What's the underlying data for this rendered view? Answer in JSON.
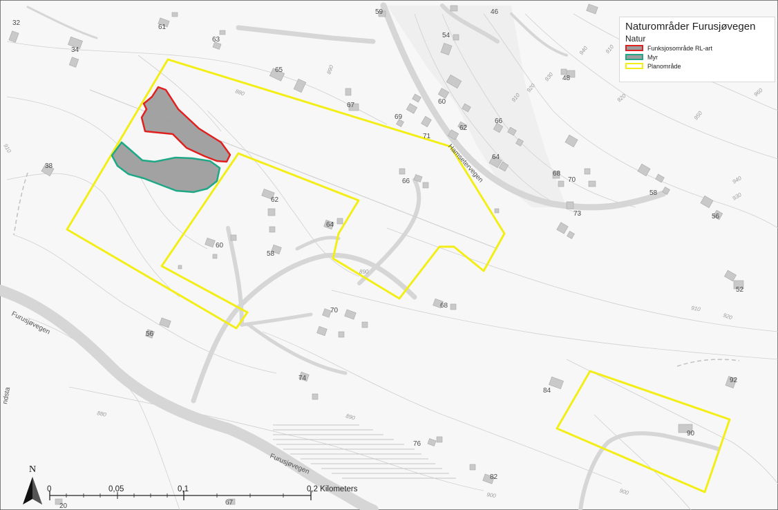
{
  "legend": {
    "title": "Naturområder Furusjøvegen",
    "subtitle": "Natur",
    "items": [
      {
        "label": "Funksjosområde RL-art",
        "fill": "#9d9d9d",
        "stroke": "#e0201e"
      },
      {
        "label": "Myr",
        "fill": "#9d9d9d",
        "stroke": "#1fa886"
      },
      {
        "label": "Planområde",
        "fill": "#ffffff",
        "stroke": "#f2ee16"
      }
    ]
  },
  "north_arrow": {
    "label": "N"
  },
  "scale_bar": {
    "ticks": [
      "0",
      "0,05",
      "0,1",
      "0,2 Kilometers"
    ]
  },
  "roads": {
    "furusjovegen_1": "Furusjøvegen",
    "furusjovegen_2": "Furusjøvegen",
    "hamsetervegen": "Hamsetervegen",
    "edge_fragment": "ndsta"
  },
  "contours": [
    "880",
    "890",
    "910",
    "910",
    "940",
    "930",
    "920",
    "960",
    "950",
    "920",
    "940",
    "930",
    "910",
    "920",
    "880",
    "890",
    "890",
    "900",
    "900",
    "910"
  ],
  "house_numbers": [
    "59",
    "46",
    "32",
    "61",
    "54",
    "63",
    "34",
    "65",
    "48",
    "67",
    "60",
    "69",
    "66",
    "62",
    "71",
    "38",
    "64",
    "68",
    "70",
    "58",
    "66",
    "62",
    "73",
    "64",
    "56",
    "60",
    "58",
    "52",
    "70",
    "68",
    "56",
    "74",
    "84",
    "92",
    "76",
    "90",
    "82",
    "20",
    "67"
  ],
  "colors": {
    "planomrade": "#f2ee16",
    "funksjon": "#e0201e",
    "myr": "#1fa886",
    "polygon_fill": "#9d9d9d",
    "road": "#d6d6d6",
    "building": "#c9c9c9"
  }
}
